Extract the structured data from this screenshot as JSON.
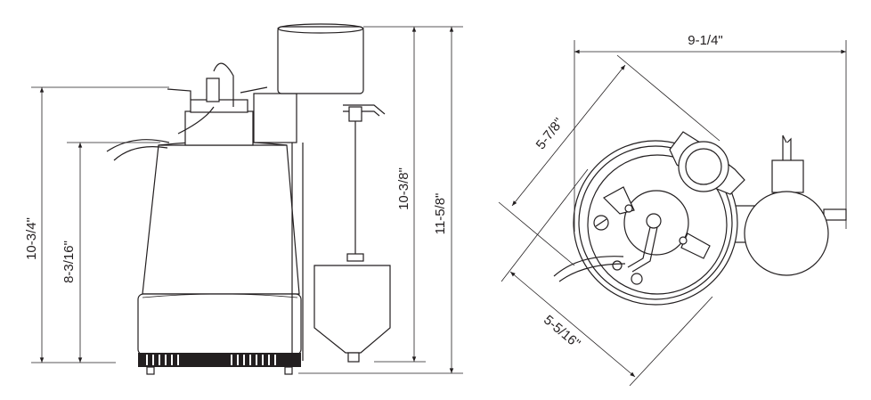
{
  "title": "Sump pump dimension drawing",
  "side_view": {
    "dimensions": {
      "overall_height_pump": "10-3/4\"",
      "body_height": "8-3/16\"",
      "switch_height": "10-3/8\"",
      "overall_height": "11-5/8\""
    }
  },
  "top_view": {
    "dimensions": {
      "overall_width": "9-1/4\"",
      "diagonal_depth": "5-7/8\"",
      "base_diameter": "5-5/16\""
    }
  },
  "colors": {
    "line": "#231f20",
    "background": "#ffffff"
  }
}
